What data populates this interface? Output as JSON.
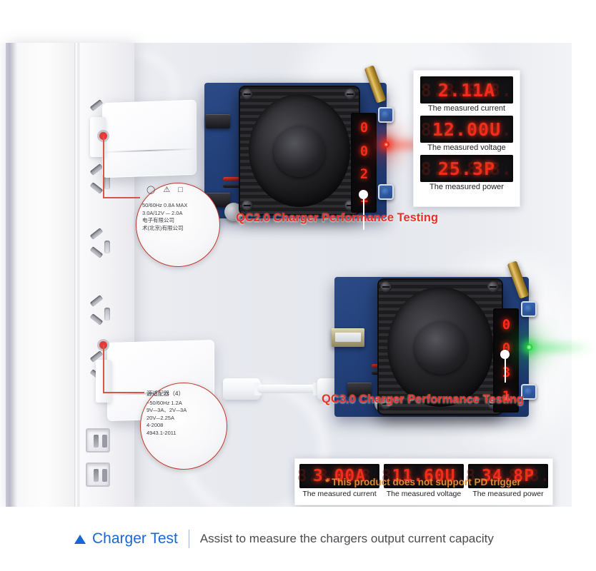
{
  "scene": {
    "top_section_heading": "QC2.0 Charger Performance Testing",
    "bottom_section_heading": "QC3.0 Charger Performance Testing",
    "pd_note": "* This product does not support PD trigger"
  },
  "qc20": {
    "readouts": [
      {
        "value": "2.11A",
        "ghost": "8.8.8.8.",
        "caption": "The measured current"
      },
      {
        "value": "12.00U",
        "ghost": "8.8.8.8.",
        "caption": "The measured voltage"
      },
      {
        "value": "25.3P",
        "ghost": "8.8.8.8.",
        "caption": "The measured power"
      }
    ],
    "device_display_lines": [
      "0",
      "0",
      "2",
      "1"
    ],
    "led_color": "#ff2a18",
    "led_state": "red"
  },
  "qc30": {
    "readouts": [
      {
        "value": "3.00A",
        "ghost": "8.8.8.8.",
        "caption": "The measured current"
      },
      {
        "value": "11.60U",
        "ghost": "8.8.8.8.",
        "caption": "The measured voltage"
      },
      {
        "value": "34.8P",
        "ghost": "8.8.8.8.",
        "caption": "The measured power"
      }
    ],
    "device_display_lines": [
      "0",
      "0",
      "3",
      "1"
    ],
    "led_color": "#2ee05a",
    "led_state": "green"
  },
  "charger_label_top": {
    "symbols": "◯ ⚠ □",
    "lines": [
      "50/60Hz 0.8A MAX",
      "3.0A/12V ⏤ 2.0A",
      "电子有限公司",
      "术(北京)有限公司"
    ]
  },
  "charger_label_bottom": {
    "title": "源适配器（4）",
    "lines": [
      "~50/60Hz  1.2A",
      "9V⏤3A、2V⏤3A",
      "20V⏤2.25A",
      "4-2008",
      "4943.1-2011"
    ]
  },
  "footer": {
    "title": "Charger Test",
    "subtitle": "Assist to measure the chargers output current capacity",
    "accent_color": "#1a66d6"
  },
  "colors": {
    "heading_red": "#e8312a",
    "note_orange": "#e08a2e",
    "led_red": "#ef2d1a",
    "callout_red": "#d9534f"
  }
}
